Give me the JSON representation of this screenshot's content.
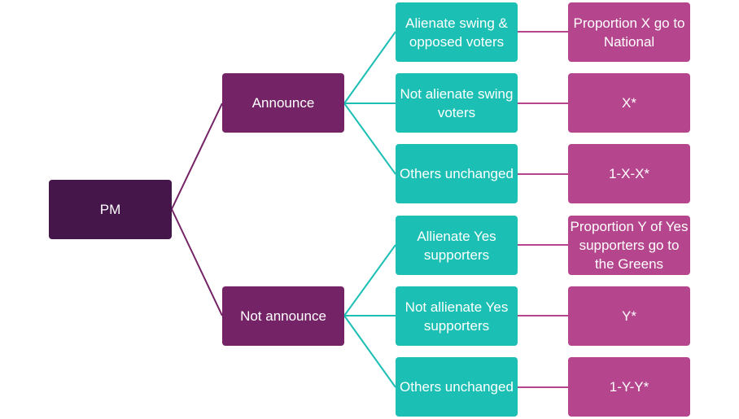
{
  "colors": {
    "root": "#44164a",
    "decision": "#742466",
    "scenario": "#1bbfb3",
    "outcome": "#b5468e",
    "edge_purple": "#742466",
    "edge_teal": "#1bbfb3",
    "edge_pink": "#b5468e"
  },
  "tree": {
    "root": "PM",
    "branches": [
      {
        "label": "Announce",
        "children": [
          {
            "scenario": "Alienate swing & opposed voters",
            "outcome": "Proportion X go to National"
          },
          {
            "scenario": "Not alienate swing voters",
            "outcome": "X*"
          },
          {
            "scenario": "Others unchanged",
            "outcome": "1-X-X*"
          }
        ]
      },
      {
        "label": "Not announce",
        "children": [
          {
            "scenario": "Allienate Yes supporters",
            "outcome": "Proportion Y of Yes supporters go to the Greens"
          },
          {
            "scenario": "Not allienate Yes supporters",
            "outcome": "Y*"
          },
          {
            "scenario": "Others unchanged",
            "outcome": "1-Y-Y*"
          }
        ]
      }
    ]
  }
}
